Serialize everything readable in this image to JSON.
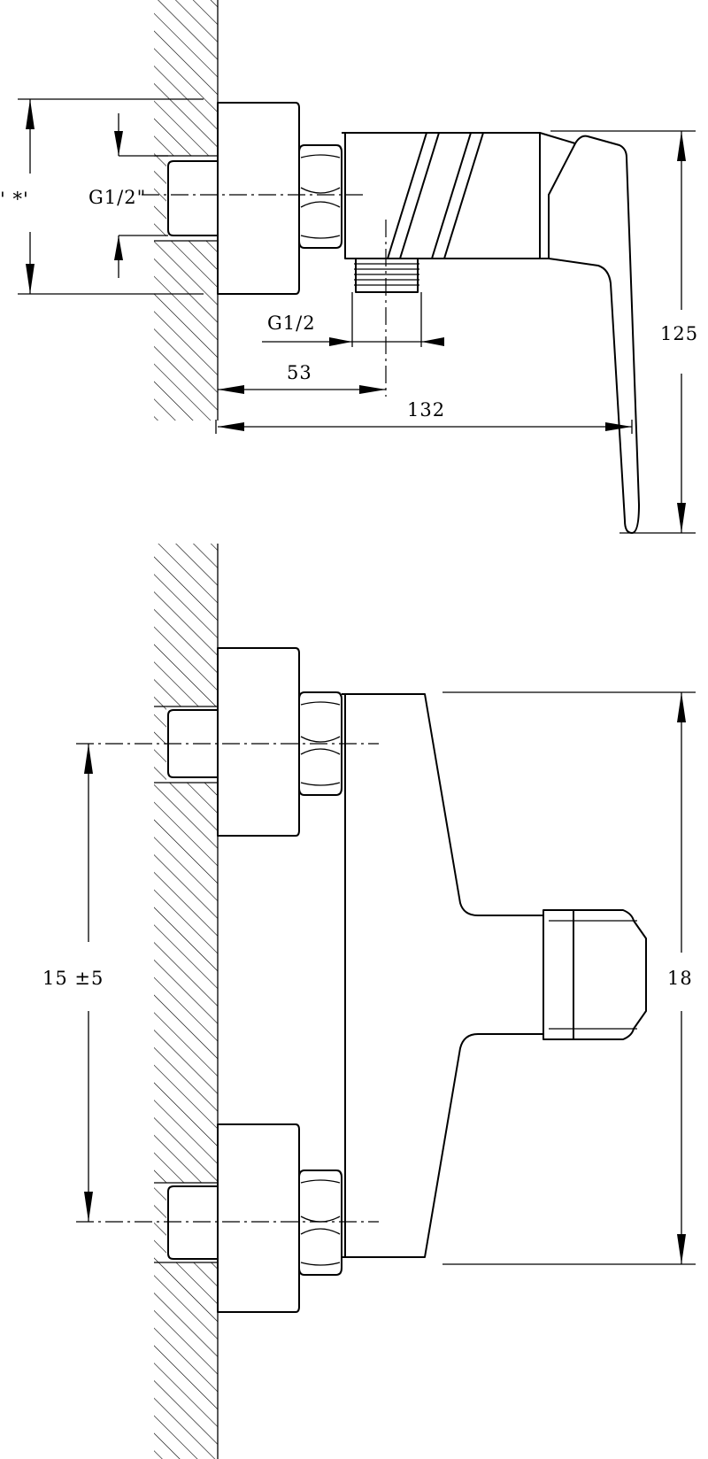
{
  "labels": {
    "top_left_height": "' *'",
    "thread_wall": "G1/2\"",
    "thread_outlet": "G1/2",
    "dim_53": "53",
    "dim_132": "132",
    "dim_125": "125",
    "dim_center": "15 ±5",
    "dim_18": "18"
  }
}
